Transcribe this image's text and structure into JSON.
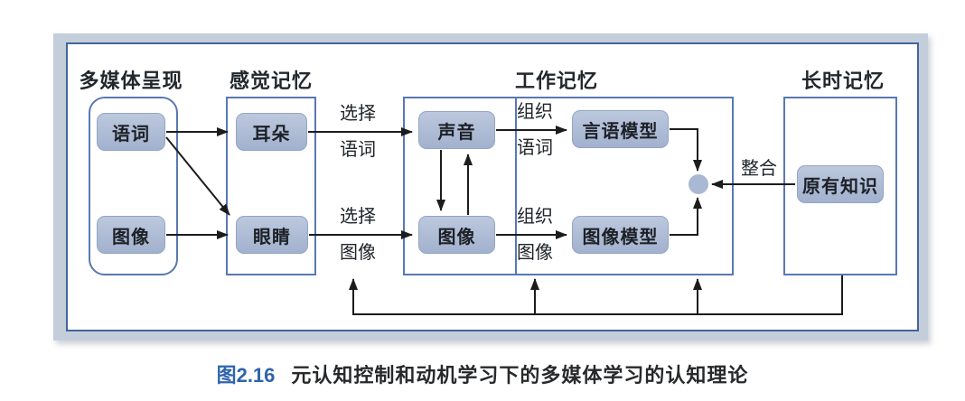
{
  "colors": {
    "accent": "#5878b2",
    "frame-border": "#41659e",
    "frame-band": "#c4cedb",
    "node-top": "#bcc8dd",
    "node-bottom": "#a2b1ce",
    "line": "#1c1c1c",
    "cap-blue": "#2f64ab",
    "ink": "#20242a"
  },
  "diagram": {
    "section_labels": {
      "multimedia": "多媒体呈现",
      "sensory": "感觉记忆",
      "working": "工作记忆",
      "longterm": "长时记忆"
    },
    "nodes": {
      "words": "语词",
      "images": "图像",
      "ears": "耳朵",
      "eyes": "眼睛",
      "sounds": "声音",
      "working_images": "图像",
      "verbal_model": "言语模型",
      "pictorial_model": "图像模型",
      "prior_knowledge": "原有知识"
    },
    "edge_labels": {
      "select_words": {
        "line1": "选择",
        "line2": "语词"
      },
      "select_images": {
        "line1": "选择",
        "line2": "图像"
      },
      "organize_words": {
        "line1": "组织",
        "line2": "语词"
      },
      "organize_images": {
        "line1": "组织",
        "line2": "图像"
      },
      "integrate": "整合"
    }
  },
  "caption": {
    "number": "图2.16",
    "text": "元认知控制和动机学习下的多媒体学习的认知理论"
  }
}
